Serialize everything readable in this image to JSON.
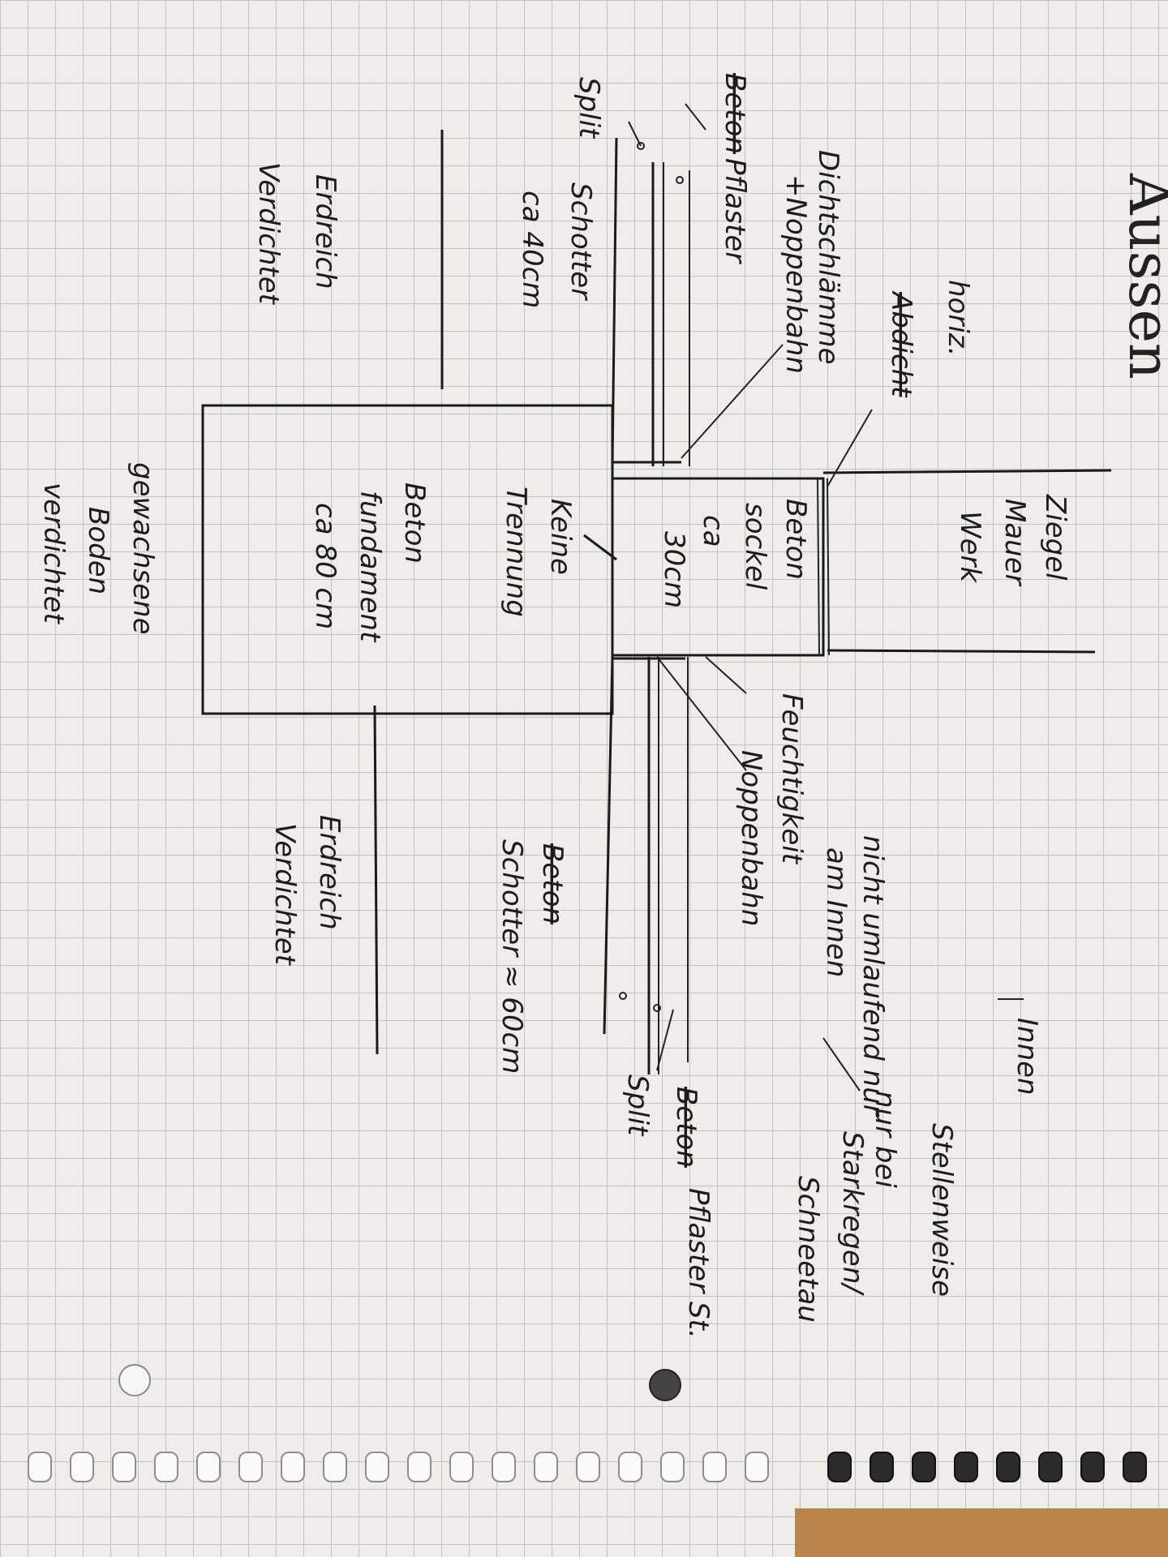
{
  "sheet": {
    "title": "Aussen",
    "inside_label": "Innen",
    "labels": {
      "hor_abdicht": "horiz.",
      "abdicht": "Abdicht",
      "dichtschlaemme": "Dichtschlämme",
      "noppenbahn_plus": "+Noppenbahn",
      "pflaster_left": "Pflaster",
      "beton_strike_left": "Beton",
      "split_left": "Split",
      "schotter_left": "Schotter",
      "ca_40": "ca 40cm",
      "erdreich_left": "Erdreich",
      "verdichtet_left": "Verdichtet",
      "ziegel": "Ziegel",
      "mauer": "Mauer",
      "werk": "Werk",
      "beton_sockel": "Beton",
      "sockel": "sockel",
      "ca": "ca",
      "30cm": "30cm",
      "keine": "Keine",
      "trennung": "Trennung",
      "fundament_beton": "Beton",
      "fundament": "fundament",
      "ca_80": "ca 80 cm",
      "gewachsener": "gewachsene",
      "boden": "Boden",
      "verdichtet_bottom": "verdichtet",
      "feuchtigkeit": "Feuchtigkeit",
      "noppenbahn_right": "Noppenbahn",
      "nicht_umlaufend": "nicht umlaufend nur",
      "am_innen": "am Innen",
      "schotter_right": "Schotter ≈ 60cm",
      "erdreich_right": "Erdreich",
      "verdichtet_right": "Verdichtet",
      "stellen_weise": "Stellenweise",
      "nur_bei": "nur bei",
      "starkregen": "Starkregen/",
      "schneetau": "Schneetau",
      "split_right": "Split",
      "pflaster_right": "Pflaster St.",
      "beton_strike_right": "Beton",
      "schotter_strike": "Beton"
    }
  }
}
